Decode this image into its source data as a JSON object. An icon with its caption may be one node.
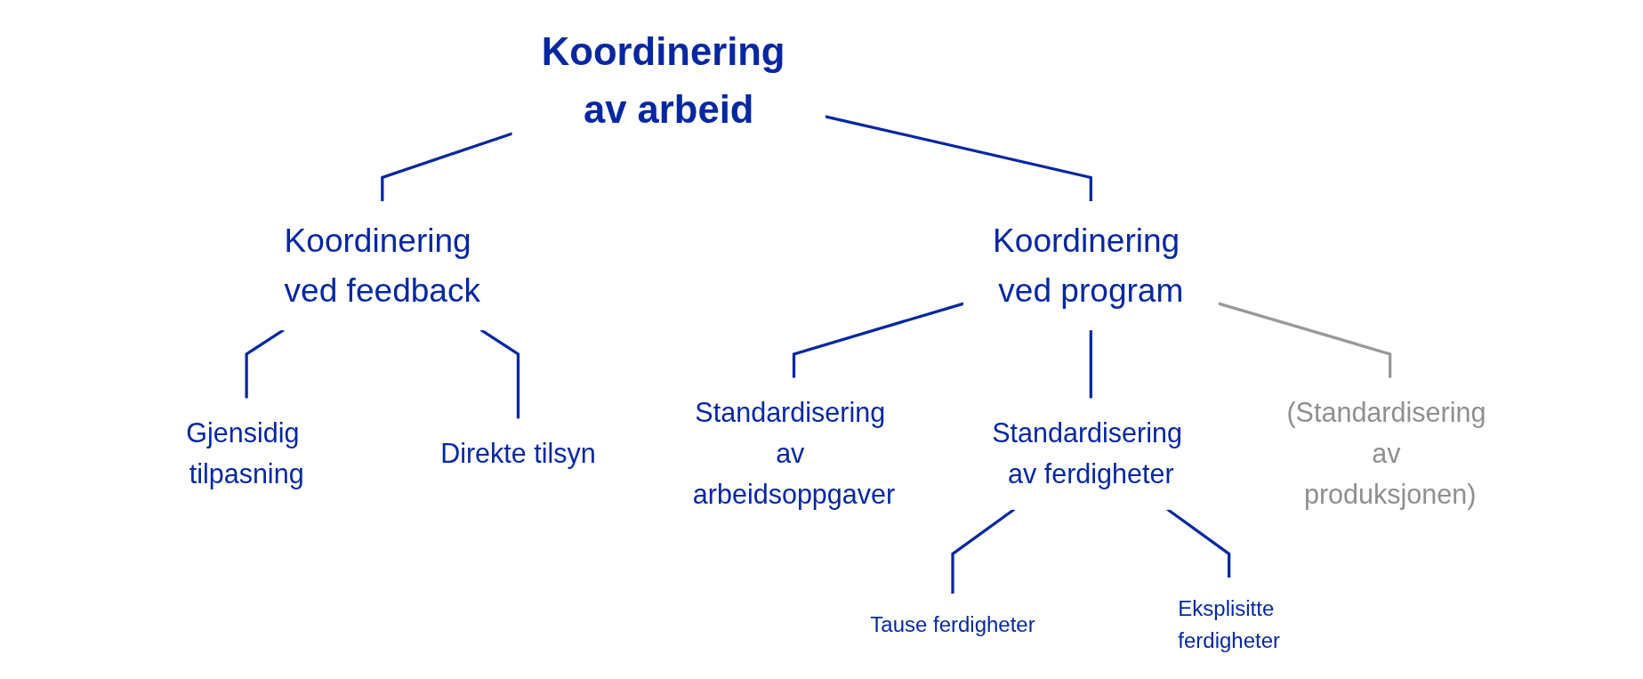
{
  "diagram": {
    "nodes": [
      {
        "text": [
          "Koordinering av arbeid"
        ]
      },
      {
        "text": [
          "Koordinering ved feedback"
        ]
      },
      {
        "text": [
          "Koordinering ved program"
        ]
      },
      {
        "text": [
          "Gjensidig tilpasning"
        ]
      },
      {
        "text": [
          "Direkte tilsyn"
        ]
      },
      {
        "text": [
          "Standardisering av arbeidsoppgaver"
        ]
      },
      {
        "text": [
          "Standardisering av ferdigheter"
        ]
      },
      {
        "text": [
          "Tause ferdigheter"
        ]
      },
      {
        "text": [
          "Eksplisitte ferdigheter"
        ]
      },
      {
        "text": [
          "(Standardisering av produksjonen)"
        ]
      }
    ],
    "edges": [
      {
        "from": 0,
        "to": 1,
        "arrow": "none"
      },
      {
        "from": 0,
        "to": 2,
        "arrow": "none"
      },
      {
        "from": 1,
        "to": 3,
        "arrow": "none"
      },
      {
        "from": 1,
        "to": 4,
        "arrow": "none"
      },
      {
        "from": 2,
        "to": 5,
        "arrow": "none"
      },
      {
        "from": 2,
        "to": 6,
        "arrow": "none"
      },
      {
        "from": 2,
        "to": 9,
        "arrow": "none",
        "color": "#999999"
      },
      {
        "from": 6,
        "to": 7,
        "arrow": "none"
      },
      {
        "from": 6,
        "to": 8,
        "arrow": "none"
      }
    ]
  }
}
